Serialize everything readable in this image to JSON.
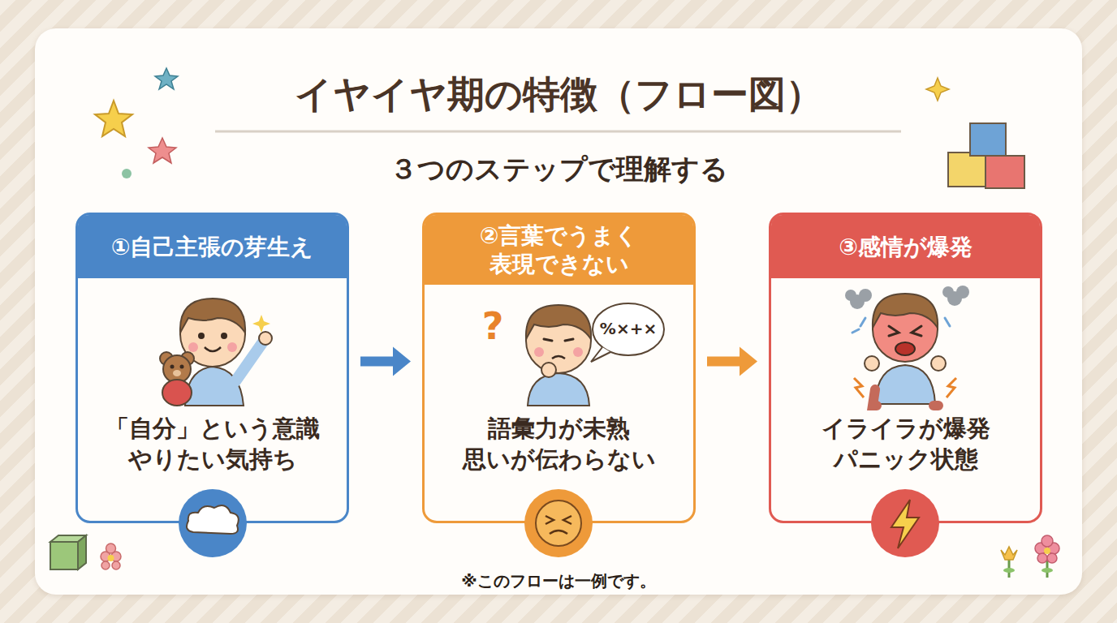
{
  "diagram": {
    "title": "イヤイヤ期の特徴（フロー図）",
    "caption": "※このフローは一例です。",
    "nodes": [
      {
        "text": [
          "①自己主張の芽生え",
          "「自分」という意識 やりたい気持ち"
        ]
      },
      {
        "text": [
          "②言葉でうまく 表現できない",
          "語彙力が未熟 思いが伝わらない"
        ]
      },
      {
        "text": [
          "③感情が爆発",
          "イライラが爆発 パニック状態"
        ]
      }
    ],
    "edges": [
      {
        "from": 0,
        "to": 1,
        "arrow": "to"
      },
      {
        "from": 1,
        "to": 2,
        "arrow": "to"
      }
    ],
    "labels": [
      "３つのステップで理解する",
      "%×+×"
    ]
  }
}
